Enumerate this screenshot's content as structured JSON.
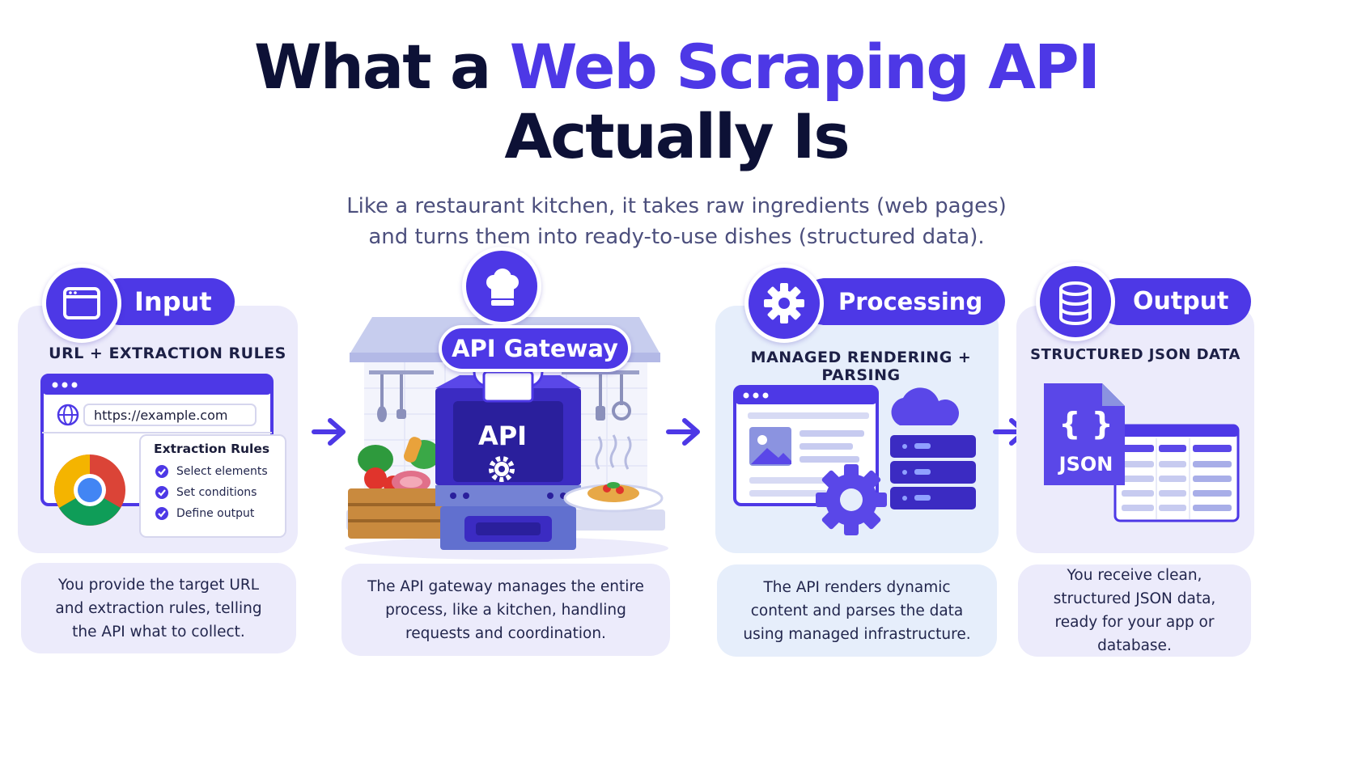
{
  "title": {
    "part1": "What a ",
    "accent": "Web Scraping API",
    "line2": "Actually Is"
  },
  "subtitle": {
    "line1": "Like a restaurant kitchen, it takes raw ingredients (web pages)",
    "line2": "and turns them into ready-to-use dishes (structured data)."
  },
  "colors": {
    "accent": "#4d38e6",
    "dark": "#0d1136",
    "lavender": "#ecebfb",
    "light_blue": "#e6eefb"
  },
  "input": {
    "label": "Input",
    "icon": "browser-window-icon",
    "caption": "URL + EXTRACTION RULES",
    "url": "https://example.com",
    "rules_title": "Extraction Rules",
    "rules": [
      "Select elements",
      "Set conditions",
      "Define output"
    ],
    "description": "You provide the target URL and extraction rules, telling the API what to collect."
  },
  "gateway": {
    "label": "API Gateway",
    "icon": "chef-hat-icon",
    "machine_label": "API",
    "description": "The API gateway manages the entire process, like a kitchen, handling requests and coordination."
  },
  "processing": {
    "label": "Processing",
    "icon": "gear-icon",
    "caption": "MANAGED RENDERING + PARSING",
    "description": "The API renders dynamic content and parses the data using managed infrastructure."
  },
  "output": {
    "label": "Output",
    "icon": "database-icon",
    "caption": "STRUCTURED JSON DATA",
    "json_braces": "{ }",
    "json_label": "JSON",
    "description": "You receive clean, structured JSON data, ready for your app or database."
  }
}
